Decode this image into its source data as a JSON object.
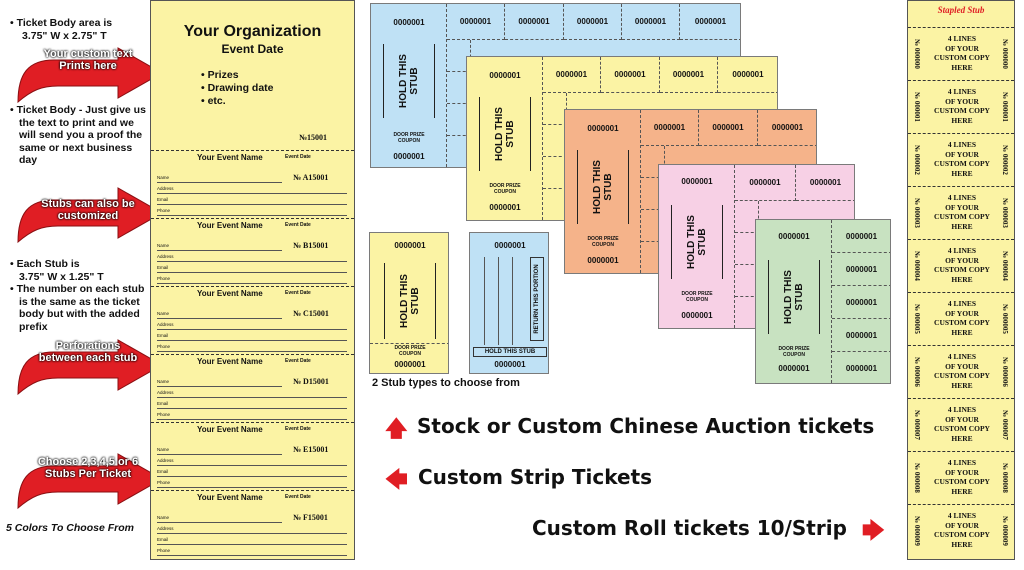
{
  "left_notes": {
    "body_area": [
      "Ticket Body area is",
      "3.75\" W x 2.75\" T"
    ],
    "arrow1": "Your custom text Prints here",
    "body_proof": "Ticket Body - Just give us the text to print and we will send you a proof the same or next business day",
    "arrow2": "Stubs can also be customized",
    "stub_size": [
      "Each Stub is",
      "3.75\" W x 1.25\" T"
    ],
    "stub_number": "The number on each stub is the same as the ticket body but with the added prefix",
    "arrow3": "Perforations between each stub",
    "arrow4": "Choose 2,3,4,5 or 6 Stubs Per Ticket",
    "colors": "5 Colors To Choose From"
  },
  "strip_ticket": {
    "org": "Your Organization",
    "date": "Event Date",
    "bullets": [
      "• Prizes",
      "• Drawing date",
      "• etc."
    ],
    "body_number": "№15001",
    "stubs": [
      {
        "event": "Your Event Name",
        "date": "Event Date",
        "number": "№ A15001"
      },
      {
        "event": "Your Event Name",
        "date": "Event Date",
        "number": "№ B15001"
      },
      {
        "event": "Your Event Name",
        "date": "Event Date",
        "number": "№ C15001"
      },
      {
        "event": "Your Event Name",
        "date": "Event Date",
        "number": "№ D15001"
      },
      {
        "event": "Your Event Name",
        "date": "Event Date",
        "number": "№ E15001"
      },
      {
        "event": "Your Event Name",
        "date": "Event Date",
        "number": "№ F15001"
      }
    ],
    "fields": [
      "Name",
      "Address",
      "Email",
      "Phone"
    ]
  },
  "stub_tickets": {
    "number": "0000001",
    "hold": "HOLD THIS STUB",
    "door_prize": "DOOR PRIZE COUPON",
    "return": "RETURN THIS PORTION",
    "caption": "2 Stub types to choose from",
    "colors": {
      "blue": "#bfe1f5",
      "yellow": "#fbf3a4",
      "orange": "#f5b38a",
      "pink": "#f7d0e5",
      "green": "#c8e2c1"
    }
  },
  "headlines": {
    "chinese": "Stock or Custom Chinese Auction tickets",
    "strip": "Custom Strip Tickets",
    "roll": "Custom Roll tickets 10/Strip"
  },
  "roll": {
    "title": "Stapled Stub",
    "copy": [
      "4 LINES",
      "OF YOUR",
      "CUSTOM COPY",
      "HERE"
    ],
    "serials": [
      "№ 000000",
      "№ 000001",
      "№ 000002",
      "№ 000003",
      "№ 000004",
      "№ 000005",
      "№ 000006",
      "№ 000007",
      "№ 000008",
      "№ 000009"
    ]
  },
  "accent": "#e01e24"
}
